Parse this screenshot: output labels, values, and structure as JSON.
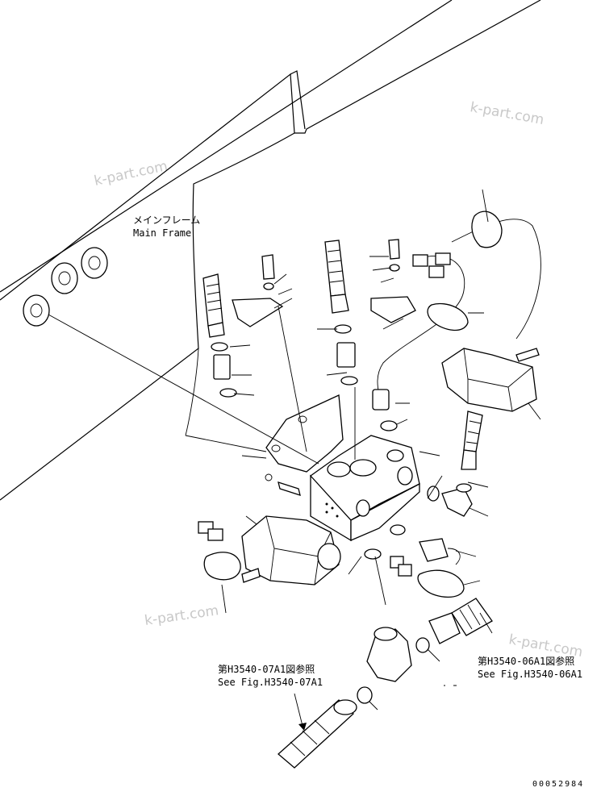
{
  "labels": {
    "main_frame_jp": "メインフレーム",
    "main_frame_en": "Main Frame",
    "ref_07a1_jp": "第H3540-07A1図参照",
    "ref_07a1_en": "See Fig.H3540-07A1",
    "ref_06a1_jp": "第H3540-06A1図参照",
    "ref_06a1_en": "See Fig.H3540-06A1",
    "drawing_number": "00052984"
  },
  "watermarks": [
    "k-part.com",
    "k-part.com",
    "k-part.com",
    "k-part.com"
  ],
  "colors": {
    "line": "#000000",
    "background": "#ffffff",
    "watermark": "#c8c8c8"
  }
}
